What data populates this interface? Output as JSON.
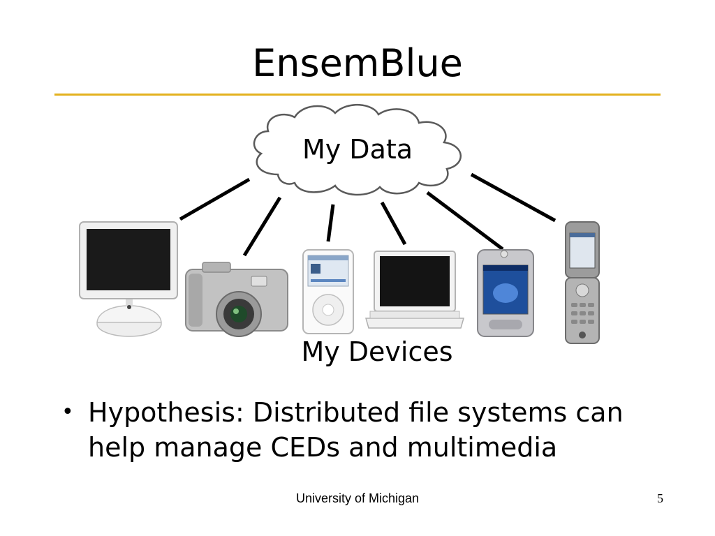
{
  "slide": {
    "title": "EnsemBlue",
    "cloud_label": "My Data",
    "devices_label": "My Devices",
    "bullet": "Hypothesis: Distributed file systems can help manage CEDs and multimedia",
    "bullet_symbol": "•",
    "footer": "University of Michigan",
    "page_number": "5"
  },
  "devices": [
    {
      "icon": "desktop-computer-icon"
    },
    {
      "icon": "digital-camera-icon"
    },
    {
      "icon": "music-player-icon"
    },
    {
      "icon": "laptop-icon"
    },
    {
      "icon": "pda-icon"
    },
    {
      "icon": "flip-phone-icon"
    }
  ],
  "colors": {
    "title_rule": "#e3b11e",
    "connector": "#000000"
  }
}
